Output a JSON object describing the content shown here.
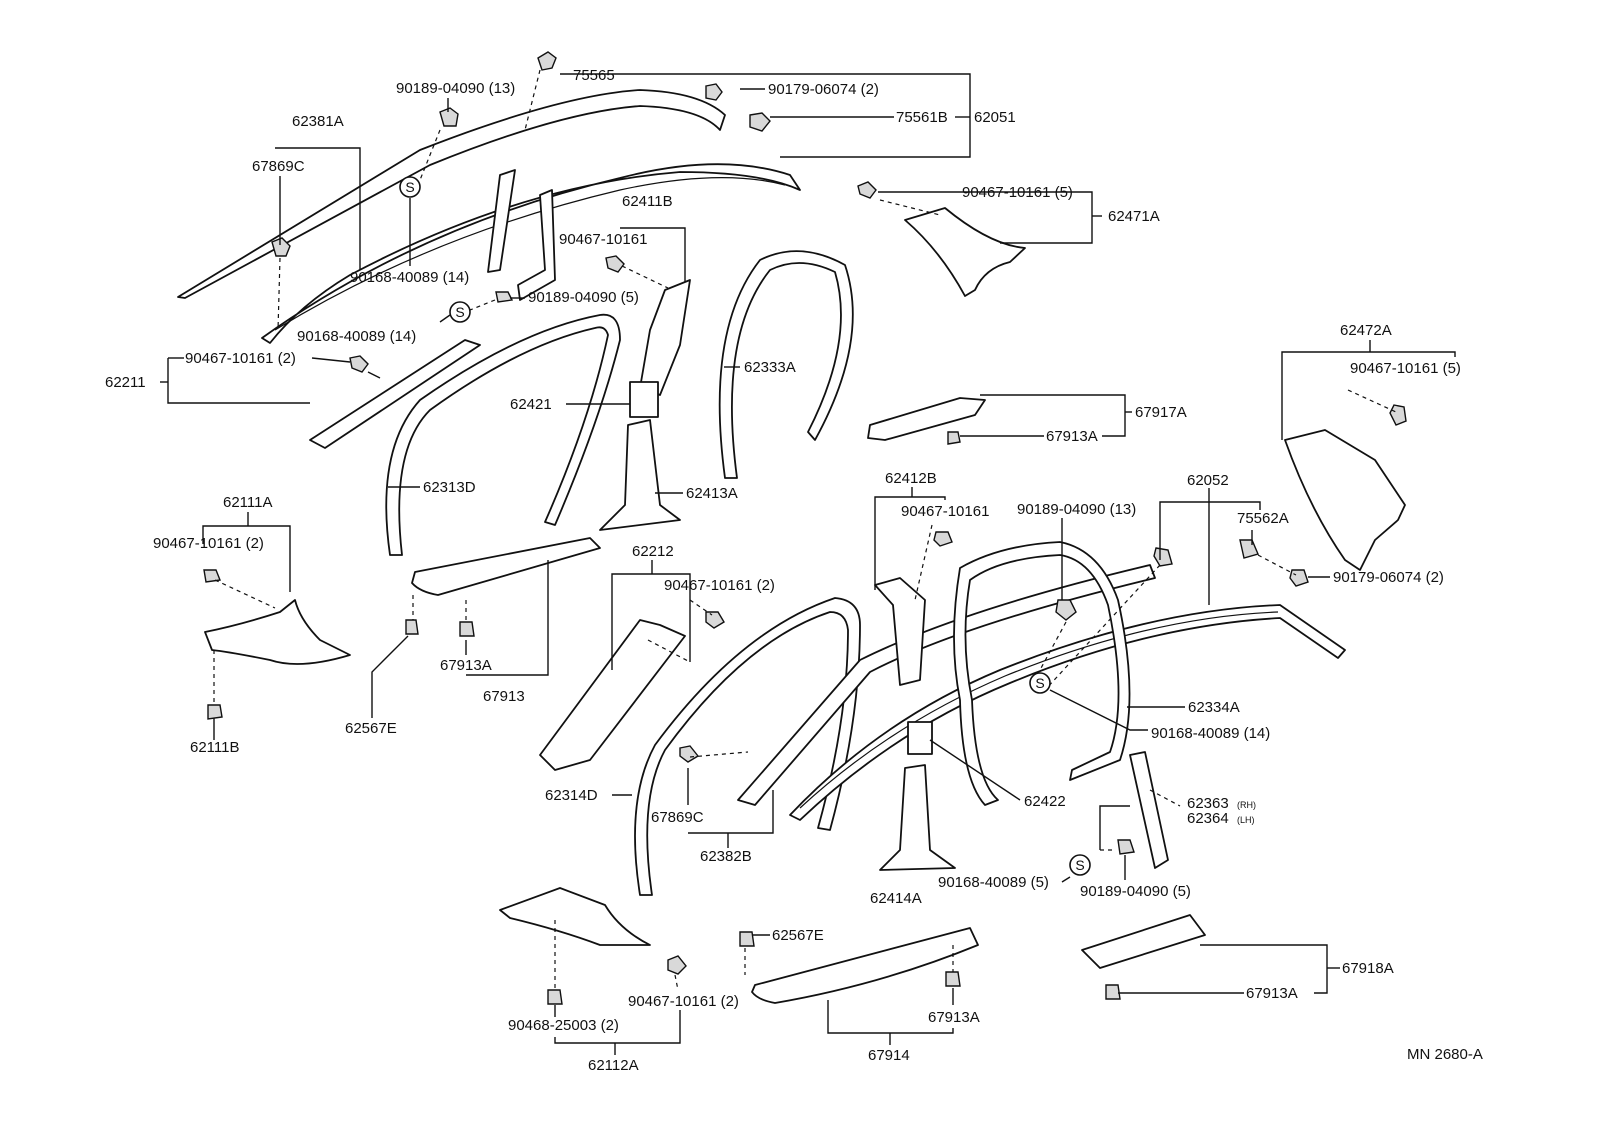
{
  "labels": {
    "p75565": "75565",
    "p90189_top": "90189-04090 (13)",
    "p90179_top": "90179-06074 (2)",
    "p75561B": "75561B",
    "p62051": "62051",
    "p62381A": "62381A",
    "p67869C_top": "67869C",
    "p90168_a": "90168-40089 (14)",
    "p90168_b": "90168-40089 (14)",
    "p62411B": "62411B",
    "p90467_a": "90467-10161",
    "p90189_b": "90189-04090 (5)",
    "p90467_b": "90467-10161 (5)",
    "p62471A": "62471A",
    "p62211": "62211",
    "p90467_c": "90467-10161 (2)",
    "p62333A": "62333A",
    "p62421": "62421",
    "p62313D": "62313D",
    "p62413A": "62413A",
    "p67917A": "67917A",
    "p67913A_a": "67913A",
    "p62472A": "62472A",
    "p90467_d": "90467-10161 (5)",
    "p62111A": "62111A",
    "p90467_e": "90467-10161 (2)",
    "p62111B": "62111B",
    "p62567E_a": "62567E",
    "p67913A_b": "67913A",
    "p67913": "67913",
    "p62212": "62212",
    "p90467_f": "90467-10161 (2)",
    "p62412B": "62412B",
    "p90467_g": "90467-10161",
    "p90189_c": "90189-04090 (13)",
    "p62052": "62052",
    "p75562A": "75562A",
    "p90179_b": "90179-06074 (2)",
    "p62334A": "62334A",
    "p90168_c": "90168-40089 (14)",
    "p62314D": "62314D",
    "p67869C_b": "67869C",
    "p62382B": "62382B",
    "p62422": "62422",
    "p62363": "62363",
    "p62363_rh": "(RH)",
    "p62364": "62364",
    "p62364_lh": "(LH)",
    "p62414A": "62414A",
    "p90168_d": "90168-40089 (5)",
    "p90189_d": "90189-04090 (5)",
    "p90468": "90468-25003 (2)",
    "p90467_h": "90467-10161 (2)",
    "p62112A": "62112A",
    "p62567E_b": "62567E",
    "p67913A_c": "67913A",
    "p67914": "67914",
    "p67918A": "67918A",
    "p67913A_d": "67913A",
    "footer_code": "MN 2680-A"
  },
  "screw_symbol": "S"
}
